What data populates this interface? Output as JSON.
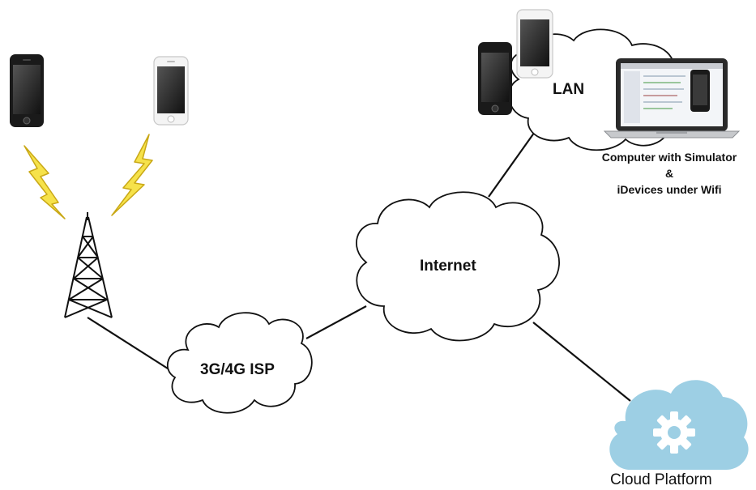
{
  "nodes": {
    "lan": {
      "label": "LAN"
    },
    "internet": {
      "label": "Internet"
    },
    "isp": {
      "label": "3G/4G ISP"
    },
    "computer": {
      "line1": "Computer with Simulator",
      "line2": "&",
      "line3": "iDevices under Wifi"
    },
    "cloud_platform": {
      "label": "Cloud Platform"
    }
  },
  "colors": {
    "line": "#111111",
    "cloud_stroke": "#111111",
    "cloud_fill": "#ffffff",
    "cloud_platform_fill": "#9dcfe4",
    "lightning": "#f6e24a",
    "lightning_stroke": "#c9a816",
    "phone_black": "#1a1a1a",
    "phone_white": "#f2f2f2",
    "screen": "#2b2b2b"
  },
  "icons": [
    "phone-icon",
    "lightning-icon",
    "cell-tower-icon",
    "laptop-icon",
    "gear-icon",
    "cloud-icon"
  ]
}
